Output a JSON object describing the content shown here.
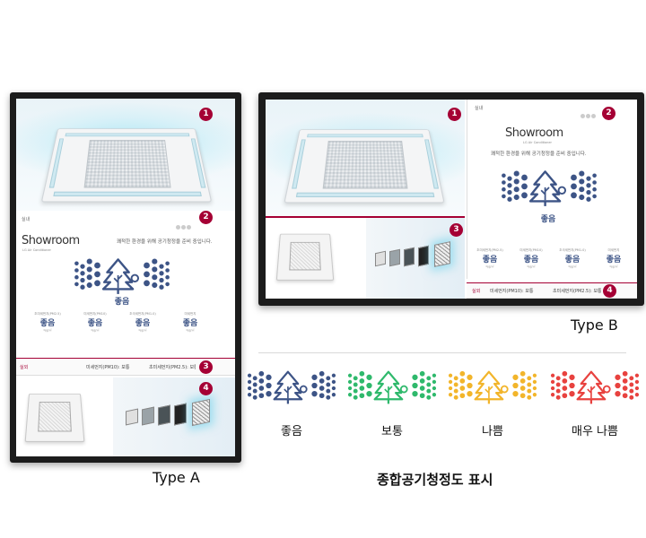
{
  "colors": {
    "good": "#3d5486",
    "normal": "#2fb96c",
    "bad": "#f2b52b",
    "very_bad": "#e8423f",
    "accent": "#a50034"
  },
  "type_a": {
    "caption": "Type A",
    "badges": [
      "1",
      "2",
      "3",
      "4"
    ],
    "panel_title": "실내",
    "showroom_title": "Showroom",
    "showroom_sub": "LG Air Conditioner",
    "description": "쾌적한 환경을 위해 공기청정을 준비 중입니다.",
    "status": "좋음",
    "stats": [
      {
        "head": "초미세먼지(PM2.5)",
        "value": "좋음",
        "foot": "0㎍/㎥"
      },
      {
        "head": "미세먼지(PM10)",
        "value": "좋음",
        "foot": "0㎍/㎥"
      },
      {
        "head": "초극세먼지(PM1.0)",
        "value": "좋음",
        "foot": "0㎍/㎥"
      },
      {
        "head": "미세먼지",
        "value": "좋음",
        "foot": "0㎍/㎥"
      }
    ],
    "bar": {
      "label": "실외",
      "item1": "미세먼지(PM10): 보통",
      "item2": "초미세먼지(PM2.5): 보통"
    }
  },
  "type_b": {
    "caption": "Type B",
    "badges": [
      "1",
      "2",
      "3",
      "4"
    ],
    "panel_title": "실내",
    "showroom_title": "Showroom",
    "showroom_sub": "LG Air Conditioner",
    "description": "쾌적한 환경을 위해 공기청정을 준비 중입니다.",
    "status": "좋음",
    "stats": [
      {
        "head": "초미세먼지(PM2.5)",
        "value": "좋음",
        "foot": "0㎍/㎥"
      },
      {
        "head": "미세먼지(PM10)",
        "value": "좋음",
        "foot": "0㎍/㎥"
      },
      {
        "head": "초극세먼지(PM1.0)",
        "value": "좋음",
        "foot": "0㎍/㎥"
      },
      {
        "head": "미세먼지",
        "value": "좋음",
        "foot": "0㎍/㎥"
      }
    ],
    "bar": {
      "label": "실외",
      "item1": "미세먼지(PM10): 보통",
      "item2": "초미세먼지(PM2.5): 보통"
    }
  },
  "legend": {
    "caption": "종합공기청정도 표시",
    "levels": [
      {
        "label": "좋음",
        "icon": "tree-good-icon"
      },
      {
        "label": "보통",
        "icon": "tree-normal-icon"
      },
      {
        "label": "나쁨",
        "icon": "tree-bad-icon"
      },
      {
        "label": "매우 나쁨",
        "icon": "tree-very-bad-icon"
      }
    ]
  }
}
